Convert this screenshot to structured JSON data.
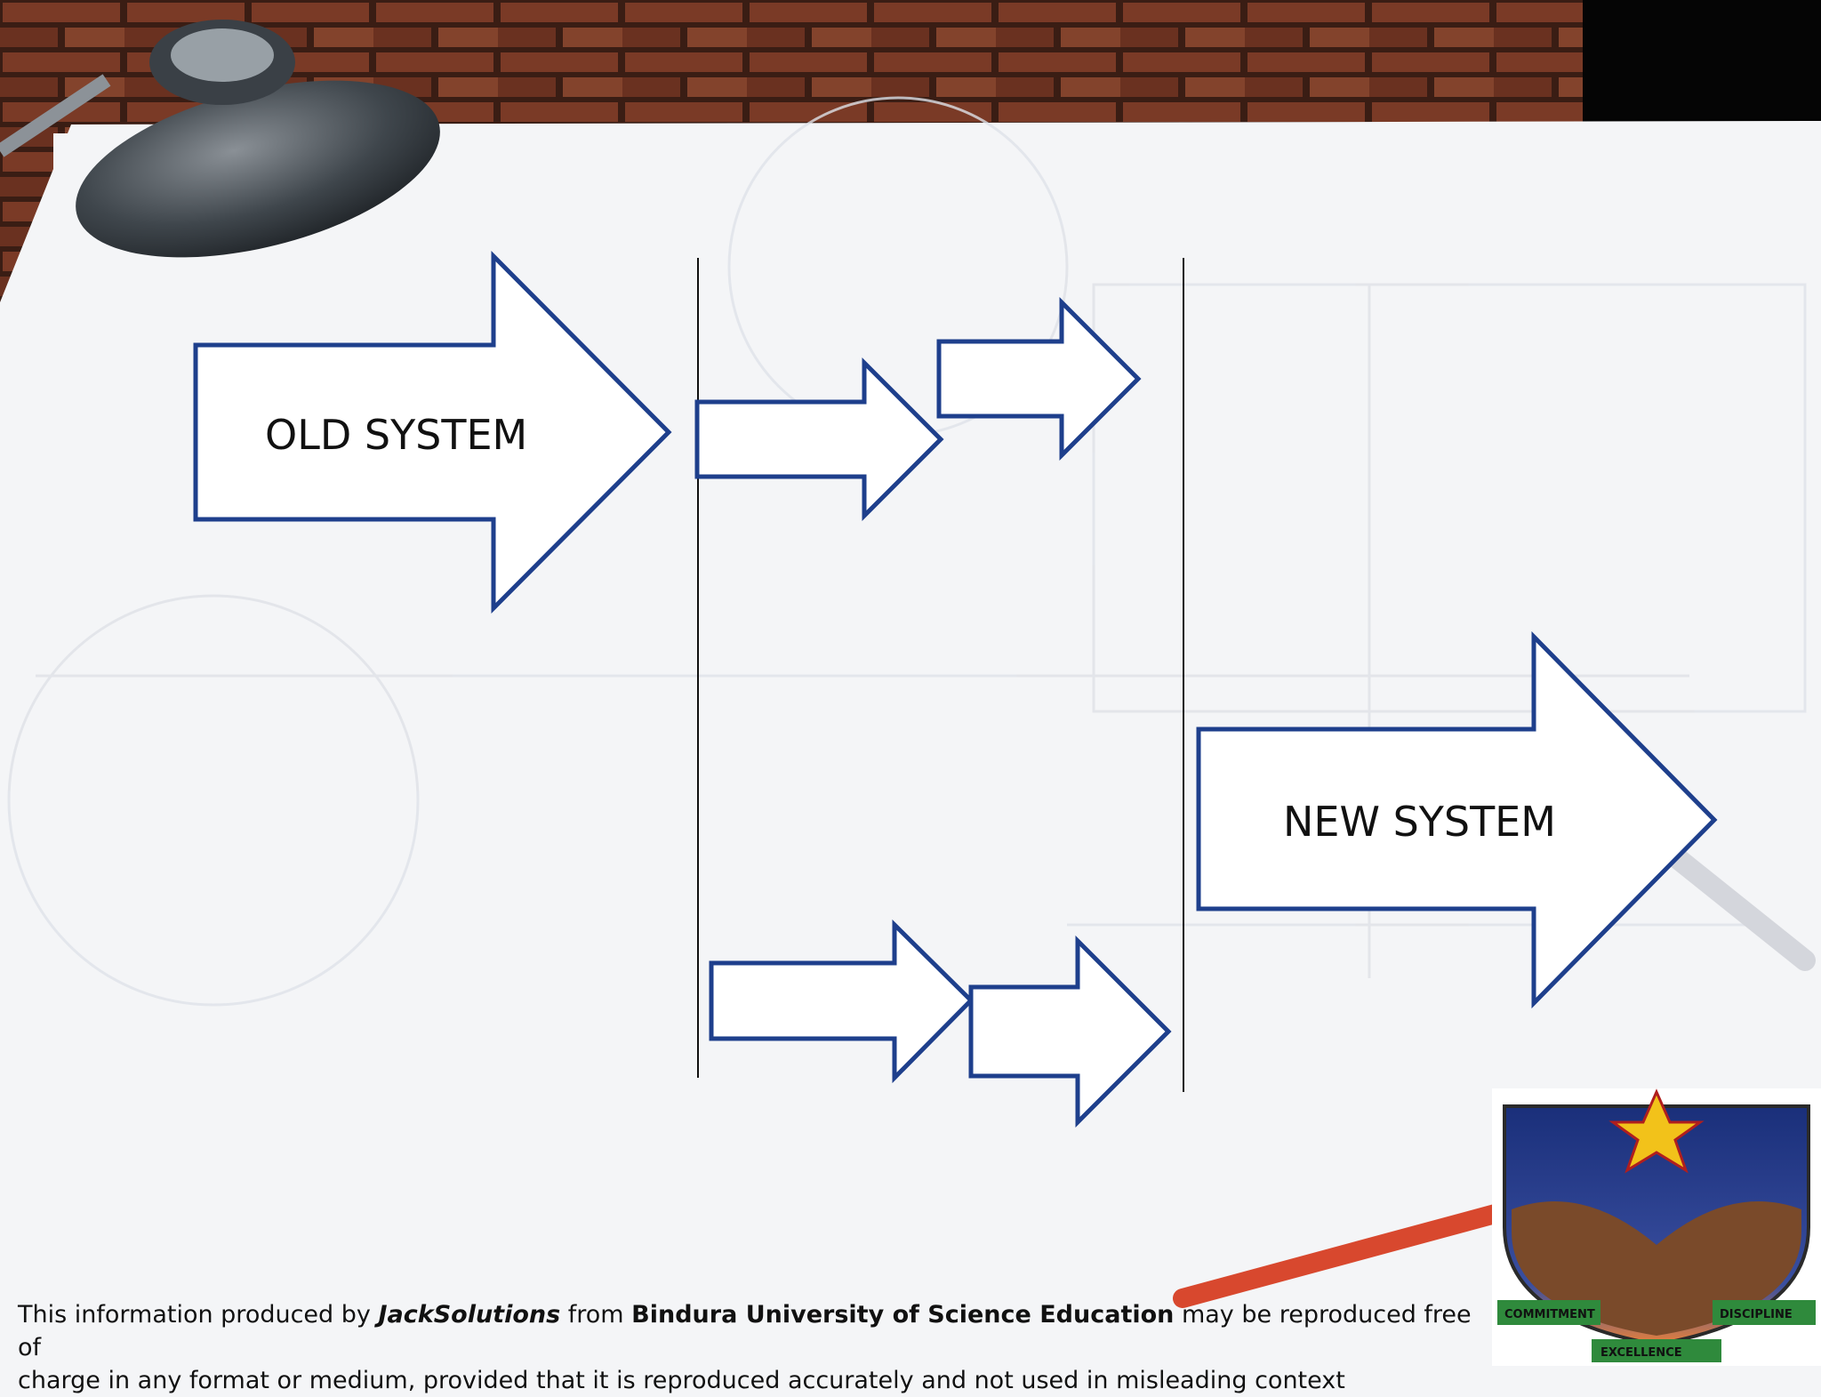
{
  "diagram": {
    "old_system_label": "OLD SYSTEM",
    "new_system_label": "NEW SYSTEM",
    "arrow_stroke": "#1e3f8c",
    "arrow_fill": "#ffffff",
    "divider_color": "#111111"
  },
  "footer": {
    "t1": "This information produced by ",
    "t2": "JackSolutions",
    "t3": " from ",
    "t4": "Bindura University of Science Education",
    "t5": " may be reproduced free of",
    "t6": "charge in any format or medium, provided that it is reproduced accurately and not used in misleading context"
  },
  "crest": {
    "motto_left": "COMMITMENT",
    "motto_right": "DISCIPLINE",
    "motto_bottom": "EXCELLENCE"
  },
  "colors": {
    "brick": "#6e3624",
    "paper": "#f4f5f7",
    "crest_blue": "#1a3f8f",
    "crest_brown": "#7a4a2a"
  }
}
